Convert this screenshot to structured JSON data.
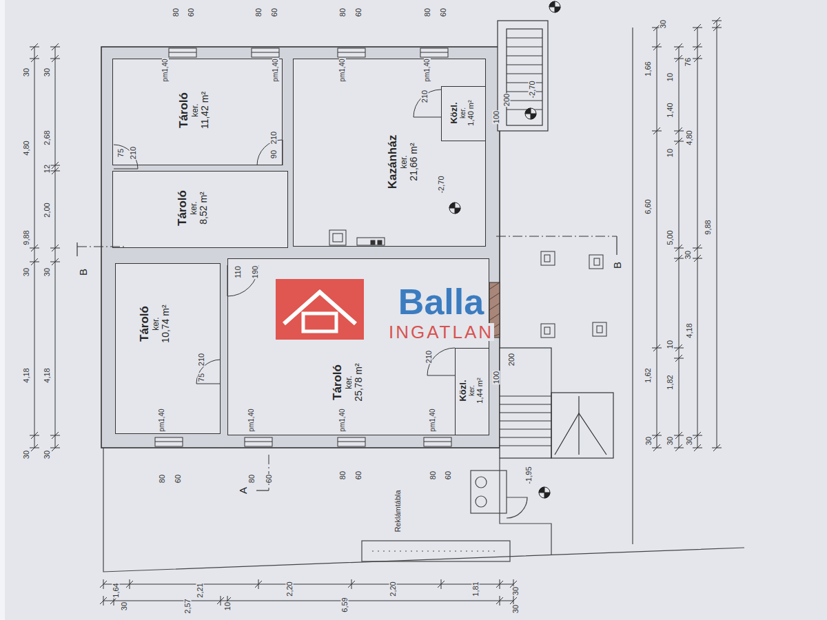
{
  "diagram": {
    "nodes": [
      {
        "text": [
          "Tároló",
          "ker.",
          "11,42 m²"
        ]
      },
      {
        "text": [
          "Tároló",
          "ker.",
          "8,52 m²"
        ]
      },
      {
        "text": [
          "Kazánház",
          "ker.",
          "21,66 m²"
        ]
      },
      {
        "text": [
          "Közl.",
          "ker.",
          "1,40 m²"
        ],
        "in": 2
      },
      {
        "text": [
          "Tároló",
          "ker.",
          "10,74 m²"
        ]
      },
      {
        "text": [
          "Tároló",
          "ker.",
          "25,78 m²"
        ]
      },
      {
        "text": [
          "Közl.",
          "ker.",
          "1,44 m²"
        ],
        "in": 5
      }
    ],
    "labels": [
      "80",
      "60",
      "80",
      "60",
      "80",
      "60",
      "80",
      "60",
      "pm1,40",
      "pm1,40",
      "pm1,40",
      "pm1,40",
      "pm1,40",
      "pm1,40",
      "pm1,40",
      "pm1,40",
      "80",
      "60",
      "80",
      "60",
      "80",
      "60",
      "80",
      "60",
      "30",
      "30",
      "4,80",
      "2,68",
      "12",
      "2,00",
      "9,88",
      "30",
      "30",
      "4,18",
      "4,18",
      "30",
      "30",
      "30",
      "1,66",
      "6,60",
      "1,62",
      "30",
      "10",
      "1,40",
      "10",
      "5,00",
      "10",
      "1,82",
      "30",
      "76",
      "4,80",
      "30",
      "4,18",
      "30",
      "9,88",
      "B",
      "B",
      "A",
      "75",
      "210",
      "210",
      "90",
      "110",
      "190",
      "210",
      "75",
      "210",
      "200",
      "100",
      "210",
      "200",
      "100",
      "-2,70",
      "-2,70",
      "-1,95",
      "Reklámtábla",
      "1,64",
      "2,21",
      "2,20",
      "2,20",
      "1,81",
      "30",
      "30",
      "2,57",
      "10",
      "6,59",
      "30",
      "Balla",
      "INGATLAN"
    ]
  }
}
